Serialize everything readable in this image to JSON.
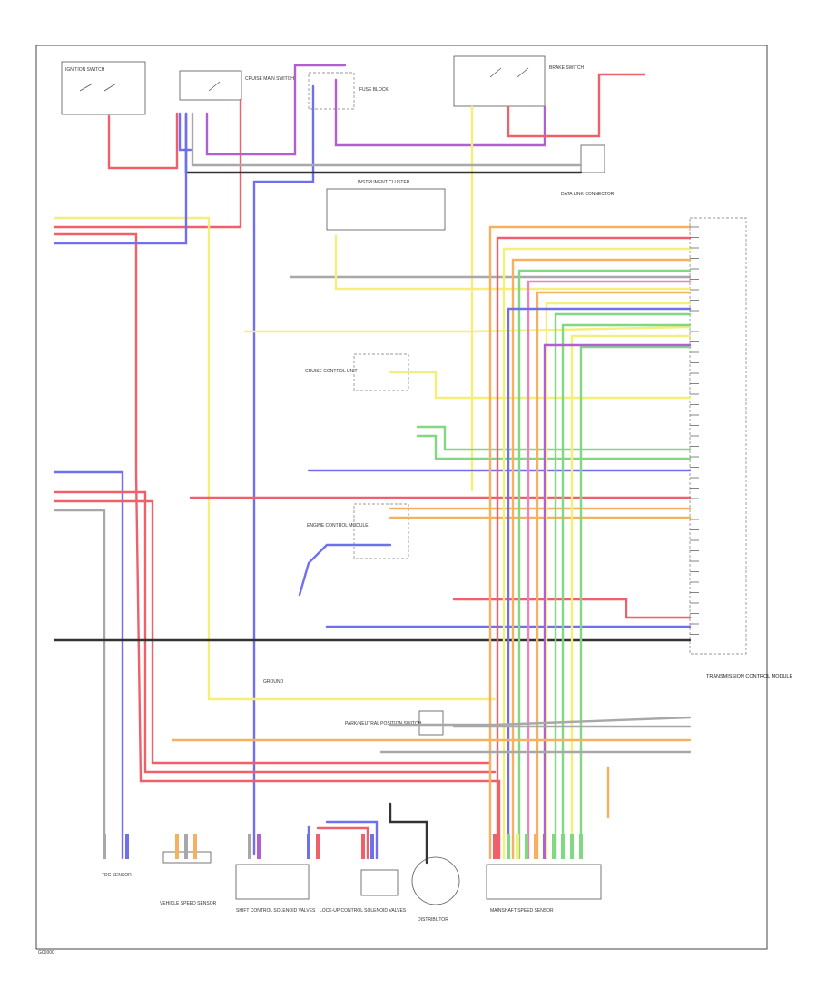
{
  "colors": {
    "red": "#f0606a",
    "blue": "#7070ee",
    "yellow": "#f3ef7a",
    "green": "#80d880",
    "orange": "#f5b060",
    "pink": "#f080c0",
    "purple": "#b060d0",
    "gray": "#a8a8a8",
    "black": "#333333",
    "brown": "#c8a070"
  },
  "components": {
    "ignition_switch": "IGNITION SWITCH",
    "cruise_main_switch": "CRUISE MAIN SWITCH",
    "brake_switch": "BRAKE SWITCH",
    "fuse_block": "FUSE BLOCK",
    "data_link_connector": "DATA LINK CONNECTOR",
    "instrument_cluster": "INSTRUMENT CLUSTER",
    "cruise_control_unit": "CRUISE CONTROL UNIT",
    "engine_control_module": "ENGINE CONTROL MODULE",
    "park_neutral_switch": "PARK/NEUTRAL POSITION SWITCH",
    "tcm_title": "TRANSMISSION CONTROL MODULE",
    "tdc_sensor": "TDC SENSOR",
    "vehicle_speed_sensor": "VEHICLE SPEED SENSOR",
    "shift_control_solenoid": "SHIFT CONTROL SOLENOID VALVES",
    "lockup_solenoid": "LOCK-UP CONTROL SOLENOID VALVES",
    "distributor": "DISTRIBUTOR",
    "mainshaft_speed_sensor": "MAINSHAFT SPEED SENSOR",
    "ground": "GROUND"
  },
  "footer": {
    "code": "G00000"
  }
}
